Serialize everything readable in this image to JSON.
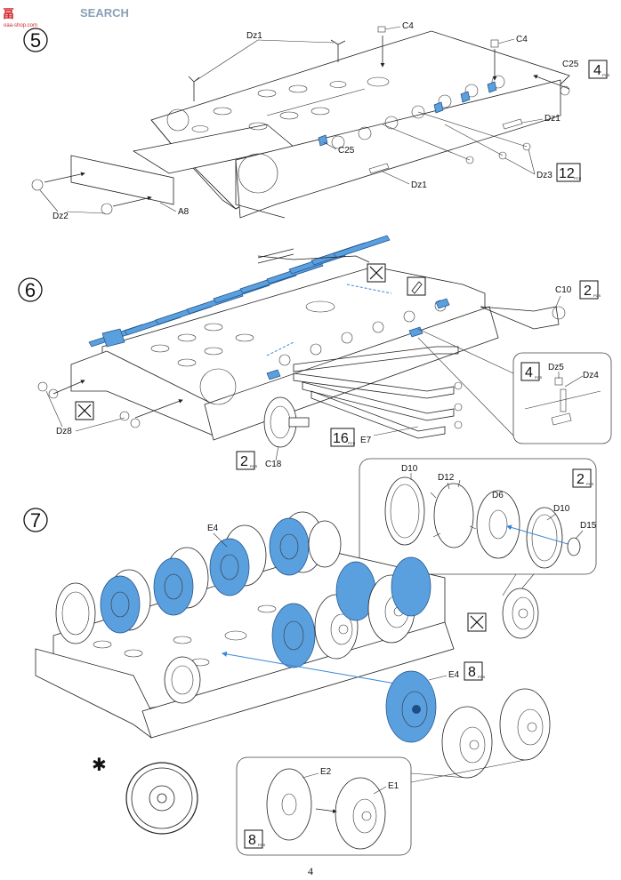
{
  "watermark": {
    "brand_cn": "畐",
    "brand": "SEARCH",
    "url": "oaa-shop.com"
  },
  "page_number": "4",
  "qty_sub": "PCS",
  "steps": [
    {
      "number": "5",
      "labels": {
        "dz1": "Dz1",
        "c4": "C4",
        "c25": "C25",
        "dz2": "Dz2",
        "a8": "A8",
        "dz3": "Dz3"
      },
      "quantities": [
        "4",
        "12"
      ]
    },
    {
      "number": "6",
      "labels": {
        "c10": "C10",
        "dz5": "Dz5",
        "dz4": "Dz4",
        "dz8": "Dz8",
        "c18": "C18",
        "e7": "E7"
      },
      "quantities": [
        "2",
        "4",
        "16",
        "2"
      ]
    },
    {
      "number": "7",
      "labels": {
        "d10": "D10",
        "d12": "D12",
        "d6": "D6",
        "d15": "D15",
        "e4": "E4",
        "e2": "E2",
        "e1": "E1"
      },
      "quantities": [
        "2",
        "8",
        "8"
      ]
    }
  ],
  "colors": {
    "highlight": "#5a9fde",
    "arrow": "#3a86d6"
  }
}
